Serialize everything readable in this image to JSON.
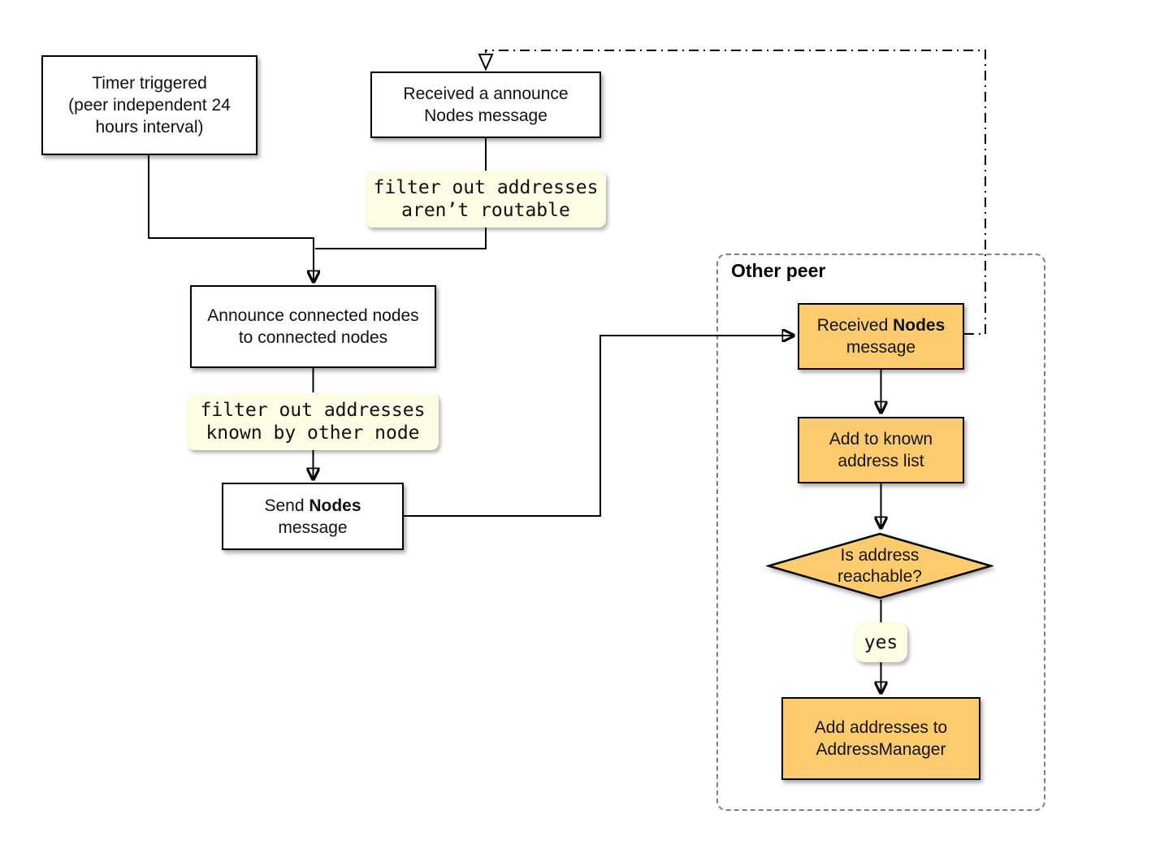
{
  "colors": {
    "box_fill": "#FFFFFF",
    "peer_box_fill": "#FBCB6D",
    "note_fill": "#FCFBE3",
    "line": "#000000",
    "container_border": "#808080"
  },
  "diagram": {
    "timer": {
      "lines": [
        "Timer triggered",
        "(peer independent 24",
        "hours interval)"
      ]
    },
    "received_announce": {
      "lines": [
        "Received a announce",
        "Nodes message"
      ]
    },
    "note_routable": {
      "lines": [
        "filter out addresses",
        "aren’t routable"
      ]
    },
    "announce_connected": {
      "lines": [
        "Announce connected nodes",
        "to connected nodes"
      ]
    },
    "note_known": {
      "lines": [
        "filter out addresses",
        "known by other node"
      ]
    },
    "send_nodes": {
      "line1_pre": "Send ",
      "line1_bold": "Nodes",
      "line2": "message"
    },
    "other_peer": {
      "label": "Other peer",
      "received_nodes": {
        "line1_pre": "Received ",
        "line1_bold": "Nodes",
        "line2": "message"
      },
      "add_known": {
        "lines": [
          "Add to known",
          "address list"
        ]
      },
      "is_reachable": {
        "lines": [
          "Is address",
          "reachable?"
        ]
      },
      "yes_label": "yes",
      "add_addresses": {
        "lines": [
          "Add addresses to",
          "AddressManager"
        ]
      }
    }
  }
}
